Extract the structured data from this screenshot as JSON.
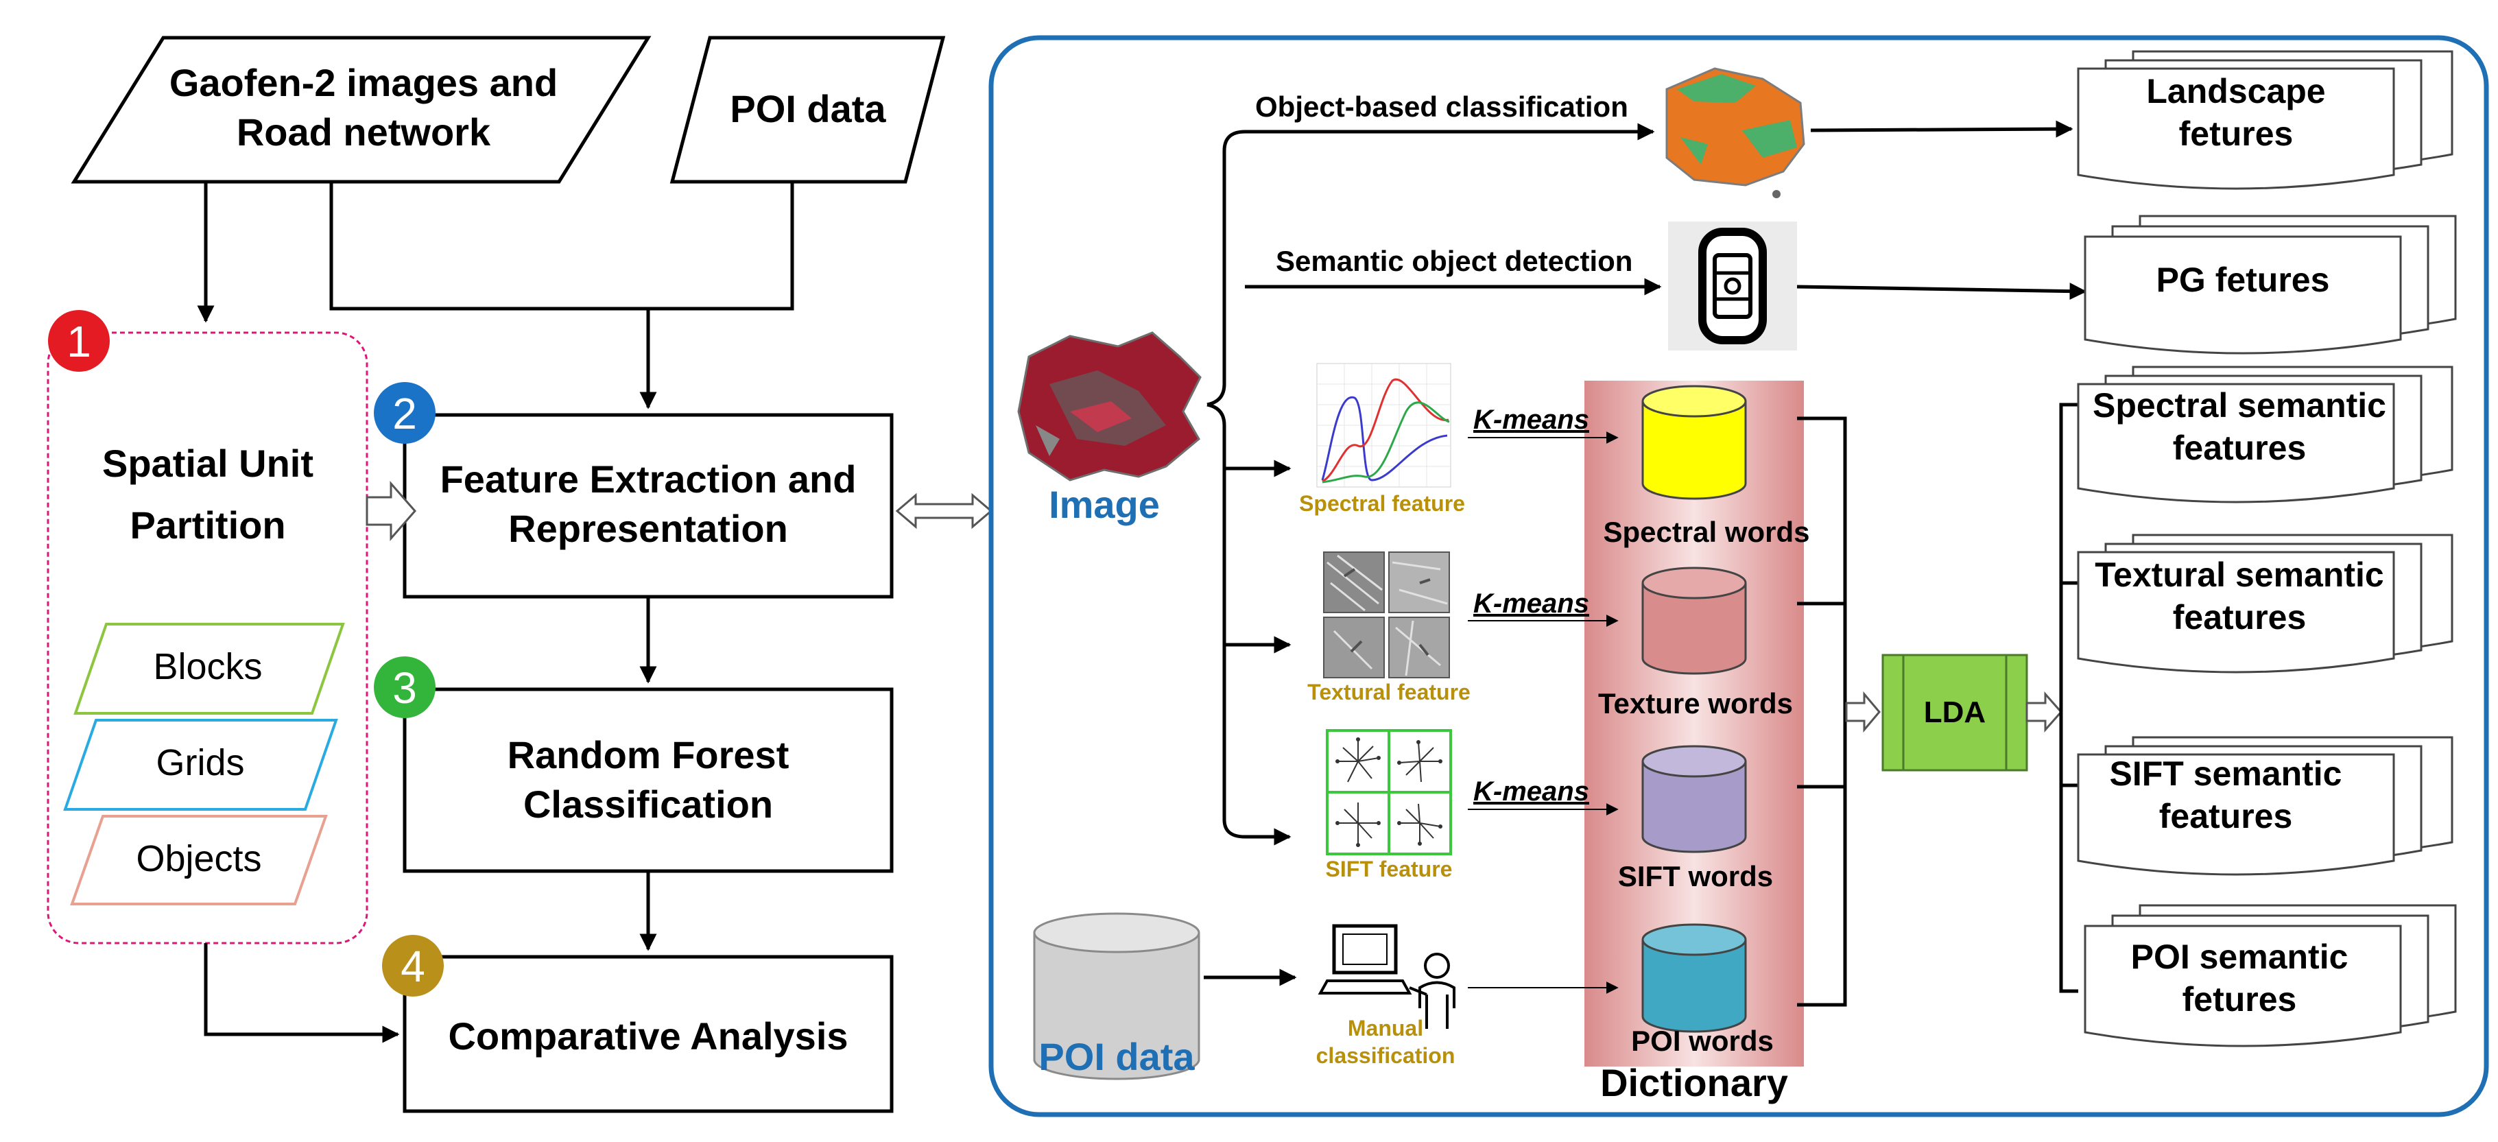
{
  "left": {
    "inputs": {
      "gaofen_line1": "Gaofen-2 images and",
      "gaofen_line2": "Road network",
      "poi": "POI data"
    },
    "partition": {
      "title_line1": "Spatial Unit",
      "title_line2": "Partition",
      "units": [
        "Blocks",
        "Grids",
        "Objects"
      ]
    },
    "steps": {
      "badges": [
        "1",
        "2",
        "3",
        "4"
      ],
      "feature_line1": "Feature Extraction and",
      "feature_line2": "Representation",
      "rf_line1": "Random Forest",
      "rf_line2": "Classification",
      "comparative": "Comparative Analysis"
    }
  },
  "right": {
    "image_label": "Image",
    "poi_label": "POI data",
    "branches": {
      "object_based": "Object-based classification",
      "semantic_detection": "Semantic object detection"
    },
    "features": {
      "spectral": "Spectral feature",
      "textural": "Textural feature",
      "sift": "SIFT feature",
      "manual_line1": "Manual",
      "manual_line2": "classification"
    },
    "kmeans": "K-means",
    "words": {
      "spectral": "Spectral words",
      "texture": "Texture words",
      "sift": "SIFT words",
      "poi": "POI words"
    },
    "dictionary": "Dictionary",
    "lda": "LDA",
    "outputs": {
      "landscape_line1": "Landscape",
      "landscape_line2": "fetures",
      "pg": "PG fetures",
      "spectral_line1": "Spectral semantic",
      "spectral_line2": "features",
      "textural_line1": "Textural semantic",
      "textural_line2": "features",
      "sift_line1": "SIFT semantic",
      "sift_line2": "features",
      "poi_line1": "POI semantic",
      "poi_line2": "fetures"
    }
  },
  "colors": {
    "frame_blue": "#1f6fb5",
    "partition_pink": "#e0157a",
    "badge_1": "#e51b23",
    "badge_2": "#1a73c7",
    "badge_3": "#33b53b",
    "badge_4": "#b8901a",
    "feature_gold": "#b8900a",
    "cyl_spectral": "#ffff00",
    "cyl_texture": "#d98c8c",
    "cyl_sift": "#a79bc9",
    "cyl_poi": "#41a8c4",
    "lda_green": "#8ccf4a"
  },
  "icons": [
    "satellite-image-icon",
    "object-map-icon",
    "phone-detector-icon",
    "spectral-curve-icon",
    "texture-patch-icon",
    "sift-grid-icon",
    "computer-user-icon",
    "database-icon"
  ]
}
